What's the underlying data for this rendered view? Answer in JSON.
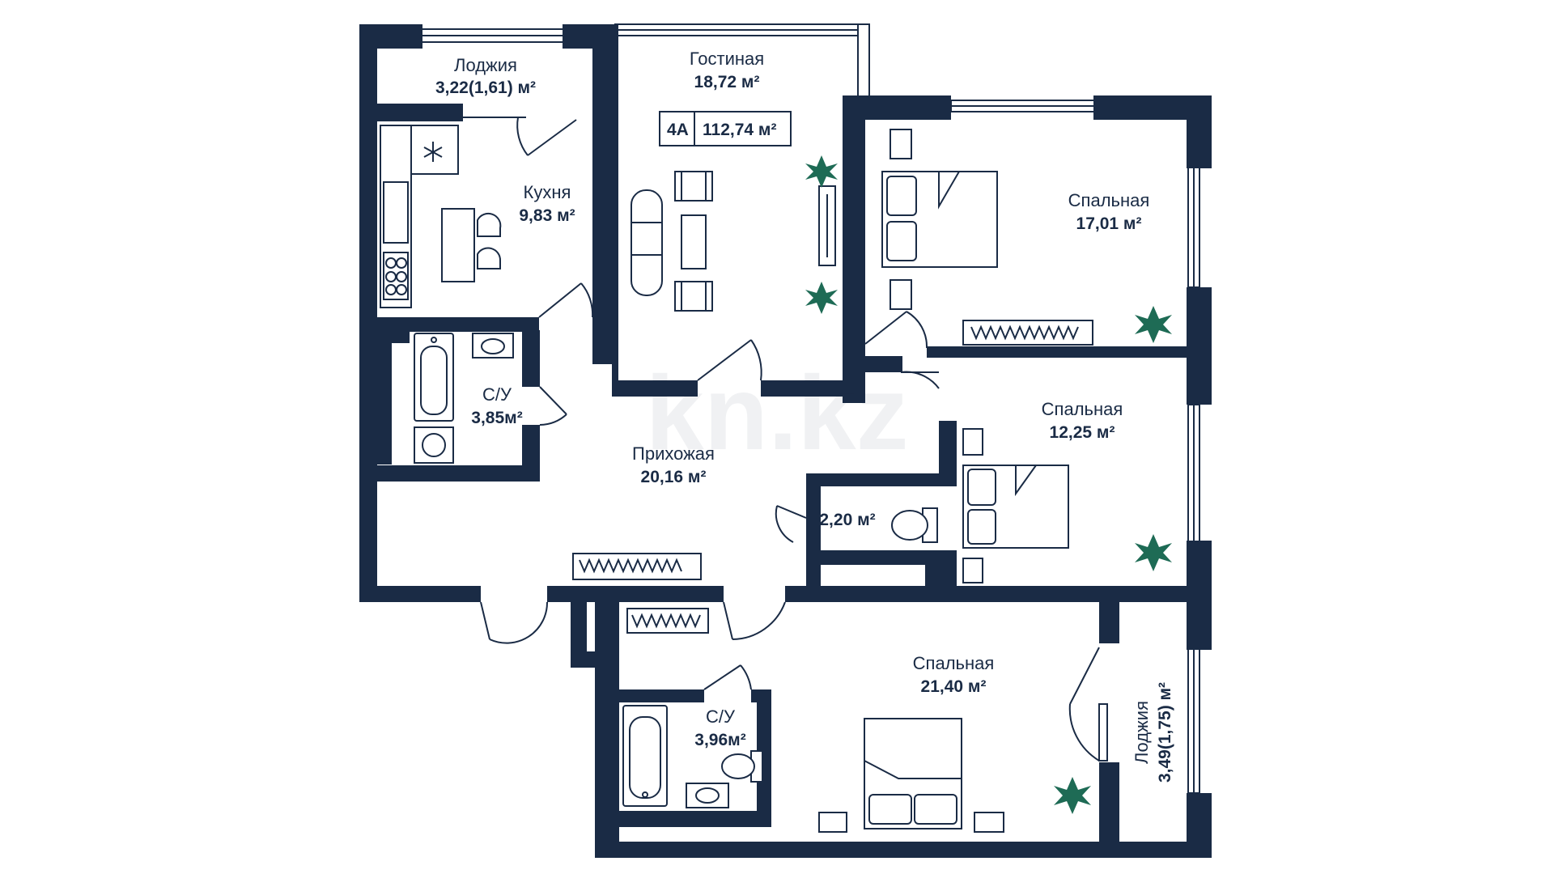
{
  "plan": {
    "unit_code": "4A",
    "total_area": "112,74 м²",
    "watermark": "kn.kz",
    "accent_color": "#1a2b45",
    "plant_color": "#1e6b55",
    "rooms": {
      "loggia_top": {
        "name": "Лоджия",
        "area": "3,22(1,61) м²"
      },
      "living": {
        "name": "Гостиная",
        "area": "18,72 м²"
      },
      "kitchen": {
        "name": "Кухня",
        "area": "9,83 м²"
      },
      "bedroom_1": {
        "name": "Спальная",
        "area": "17,01 м²"
      },
      "bathroom_1": {
        "name": "С/У",
        "area": "3,85м²"
      },
      "hallway": {
        "name": "Прихожая",
        "area": "20,16 м²"
      },
      "bedroom_2": {
        "name": "Спальная",
        "area": "12,25 м²"
      },
      "wc": {
        "area": "2,20 м²"
      },
      "bedroom_3": {
        "name": "Спальная",
        "area": "21,40 м²"
      },
      "bathroom_2": {
        "name": "С/У",
        "area": "3,96м²"
      },
      "loggia_right": {
        "name": "Лоджия",
        "area": "3,49(1,75) м²"
      }
    }
  }
}
